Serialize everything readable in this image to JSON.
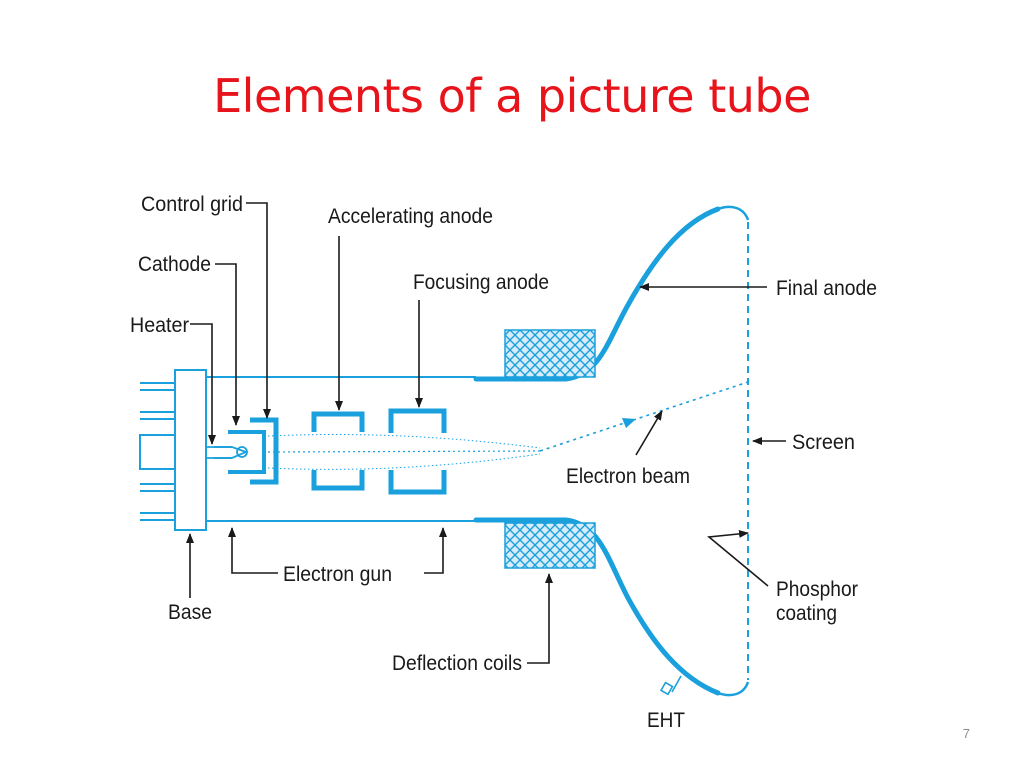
{
  "slide": {
    "title": "Elements of a picture tube",
    "page_number": "7"
  },
  "diagram": {
    "labels": {
      "control_grid": "Control grid",
      "cathode": "Cathode",
      "heater": "Heater",
      "accelerating_anode": "Accelerating anode",
      "focusing_anode": "Focusing anode",
      "final_anode": "Final anode",
      "screen": "Screen",
      "electron_beam": "Electron beam",
      "electron_gun": "Electron gun",
      "base": "Base",
      "phosphor_line1": "Phosphor",
      "phosphor_line2": "coating",
      "deflection_coils": "Deflection coils",
      "eht": "EHT"
    },
    "colors": {
      "tube": "#1aa0dc",
      "coil_fill": "#cde8f6",
      "line": "#1a1a1a",
      "title": "#e8141b"
    }
  }
}
